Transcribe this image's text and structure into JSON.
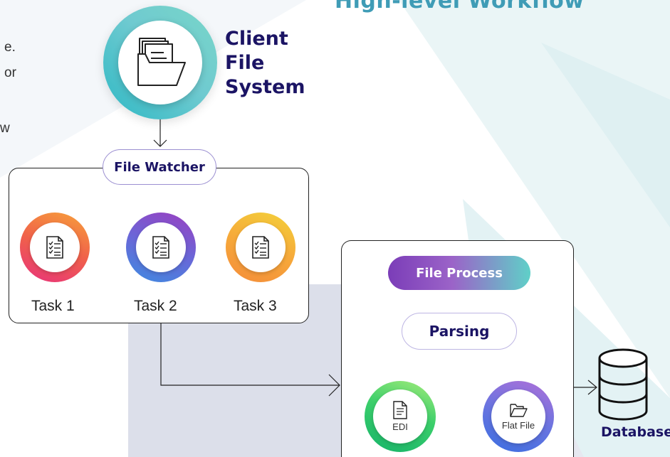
{
  "title": "High-level Workflow",
  "side_text": [
    "e.",
    "or",
    "w"
  ],
  "client_label": [
    "Client",
    "File",
    "System"
  ],
  "file_watcher": "File Watcher",
  "tasks": [
    "Task 1",
    "Task 2",
    "Task 3"
  ],
  "file_process": "File Process",
  "parsing": "Parsing",
  "outputs": [
    "EDI",
    "Flat File"
  ],
  "database": "Database",
  "icons": {
    "client": "folder-documents-icon",
    "task": "checklist-document-icon",
    "edi": "document-icon",
    "flat_file": "open-folder-icon",
    "database": "database-icon"
  },
  "colors": {
    "title": "#3f9cb6",
    "label": "#1b1464",
    "process_gradient": [
      "#7b3db8",
      "#5fd0c8"
    ]
  }
}
